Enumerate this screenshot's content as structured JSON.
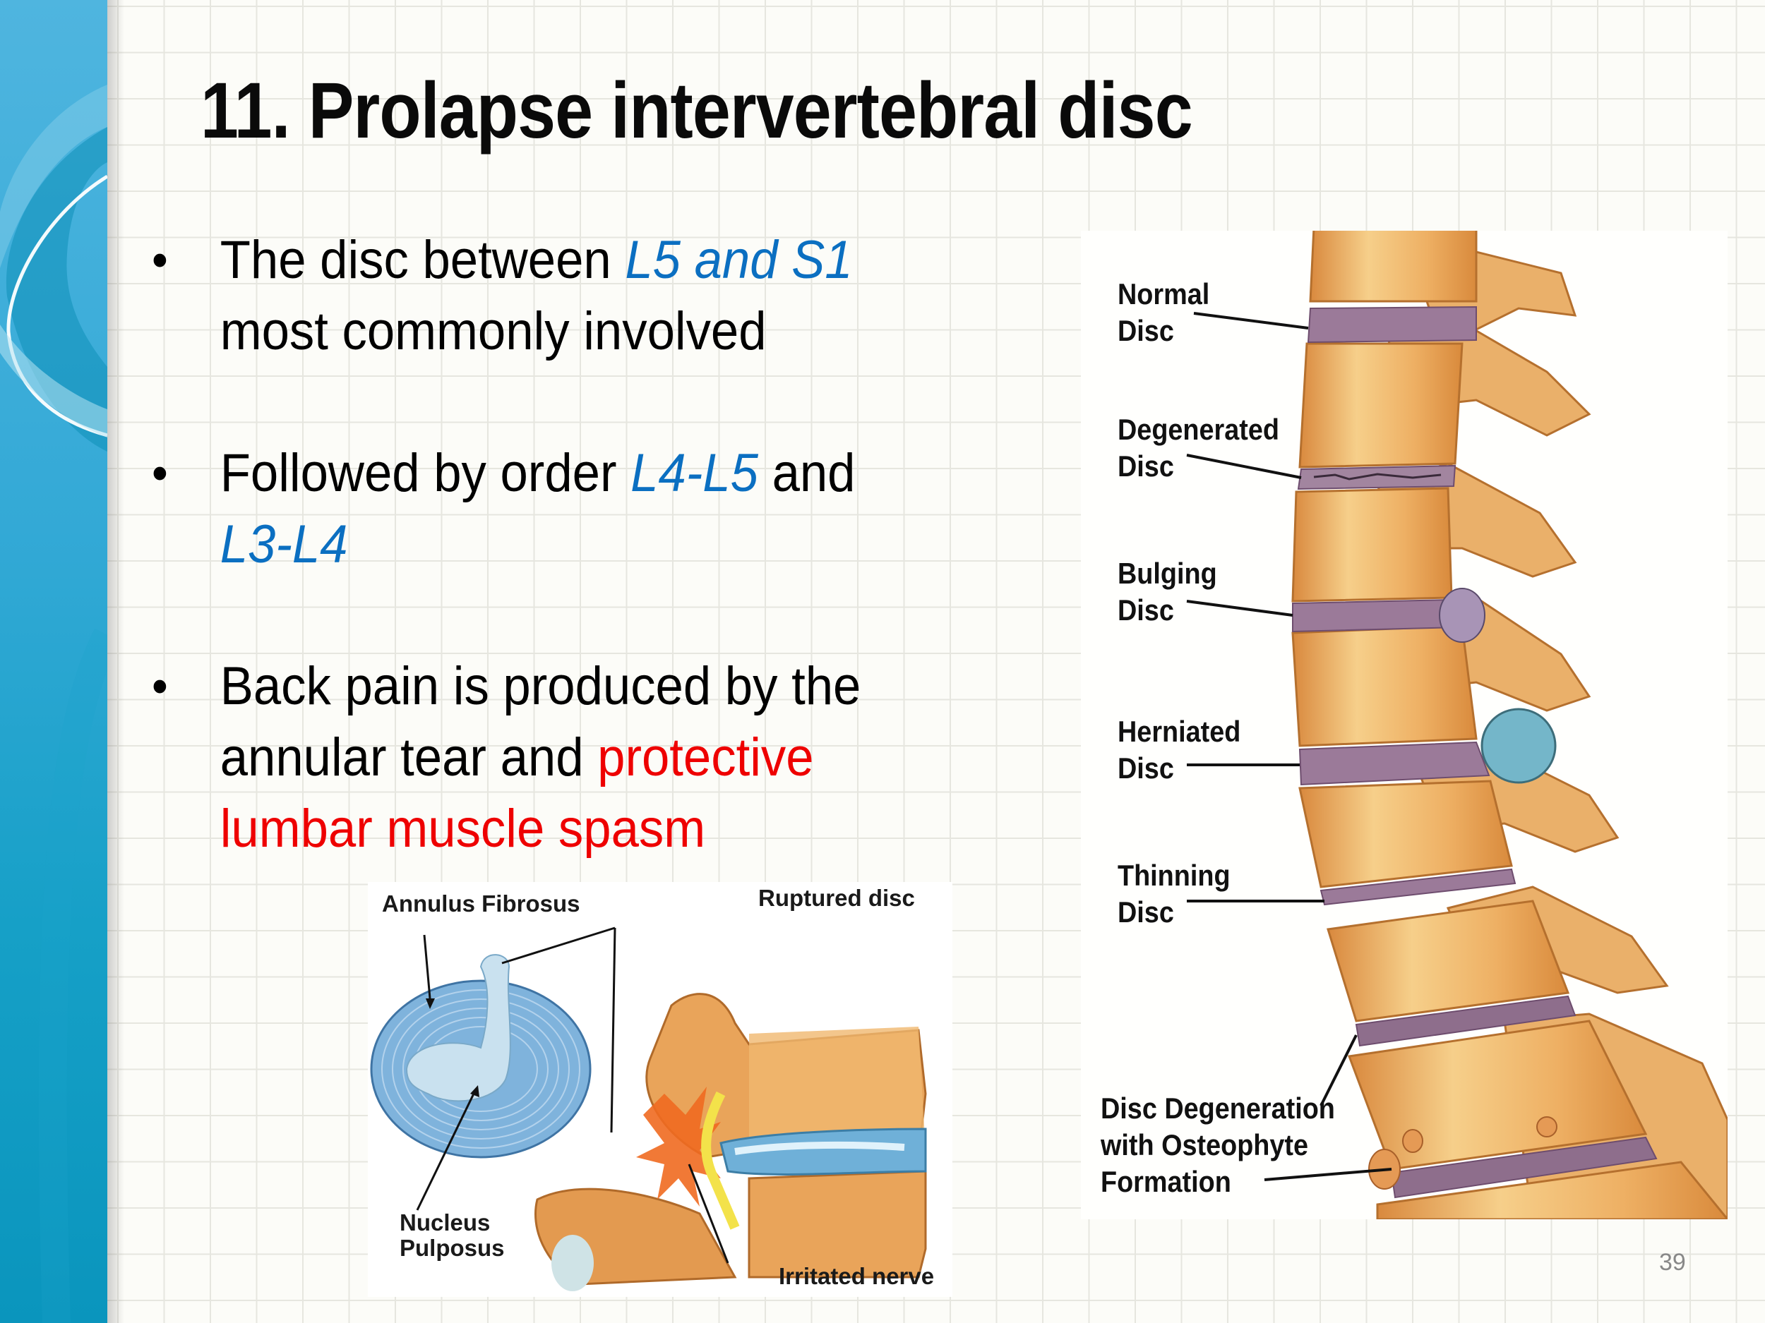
{
  "slide": {
    "title": "11. Prolapse intervertebral disc",
    "page_number": "39",
    "colors": {
      "accent_blue": "#0b6fc1",
      "highlight_red": "#ee0000",
      "sidebar_blue": "#33a9d6"
    }
  },
  "bullets": [
    {
      "bullet_char": "•",
      "segments": [
        {
          "text": "The disc between ",
          "style": "normal"
        },
        {
          "text": "L5 and S1",
          "style": "blue-italic"
        },
        {
          "text": " most commonly involved",
          "style": "normal"
        }
      ]
    },
    {
      "bullet_char": "•",
      "segments": [
        {
          "text": "Followed by order ",
          "style": "normal"
        },
        {
          "text": "L4-L5",
          "style": "blue-italic"
        },
        {
          "text": " and ",
          "style": "normal"
        },
        {
          "text": "L3-L4",
          "style": "blue-italic"
        }
      ]
    },
    {
      "bullet_char": "•",
      "segments": [
        {
          "text": "Back pain is produced by the annular tear and ",
          "style": "normal"
        },
        {
          "text": "protective lumbar muscle spasm",
          "style": "red"
        }
      ]
    }
  ],
  "disc_figure": {
    "labels": {
      "annulus": "Annulus Fibrosus",
      "ruptured": "Ruptured disc",
      "nucleus_line1": "Nucleus",
      "nucleus_line2": "Pulposus",
      "nerve": "Irritated nerve"
    }
  },
  "spine_figure": {
    "labels": [
      {
        "line1": "Normal",
        "line2": "Disc"
      },
      {
        "line1": "Degenerated",
        "line2": "Disc"
      },
      {
        "line1": "Bulging",
        "line2": "Disc"
      },
      {
        "line1": "Herniated",
        "line2": "Disc"
      },
      {
        "line1": "Thinning",
        "line2": "Disc"
      },
      {
        "line1": "Disc Degeneration",
        "line2": "with Osteophyte",
        "line3": "Formation"
      }
    ]
  }
}
